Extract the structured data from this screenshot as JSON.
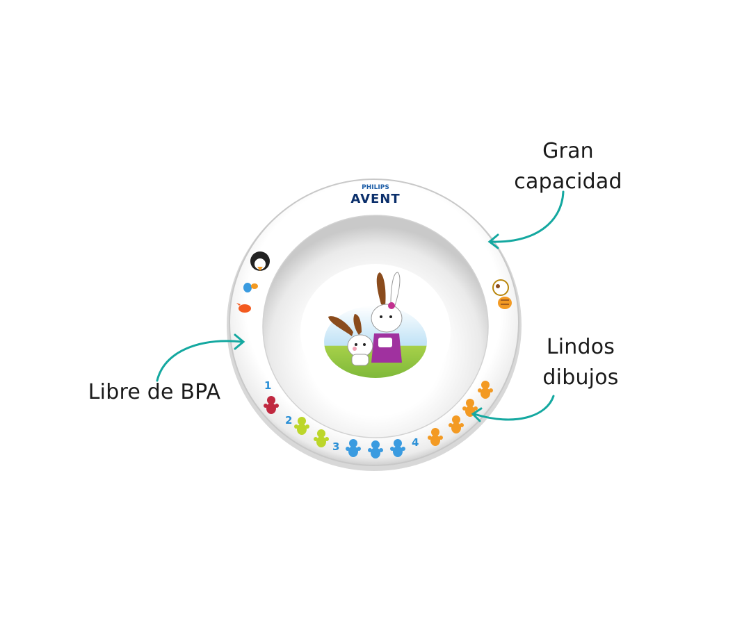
{
  "brand": {
    "name_top": "PHILIPS",
    "name_bottom": "AVENT",
    "blue": "#1f5fa8",
    "navy": "#0b2f6b"
  },
  "callouts": {
    "top_right": {
      "line1": "Gran",
      "line2": "capacidad"
    },
    "left": {
      "text": "Libre de BPA"
    },
    "bottom_right": {
      "line1": "Lindos",
      "line2": "dibujos"
    }
  },
  "rim_numbers": [
    "1",
    "2",
    "3",
    "4"
  ],
  "colors": {
    "arrow": "#14a8a0",
    "text": "#1a1a1a",
    "bear_red": "#c0283f",
    "bear_lime": "#bcd62a",
    "bear_blue": "#3a9be0",
    "bear_orange": "#f39a23",
    "number_blue": "#2a8fd6"
  },
  "icons": {
    "arrow": "curved-arrow-icon",
    "bear": "teddy-bear-icon",
    "bunny": "bunny-icon"
  }
}
